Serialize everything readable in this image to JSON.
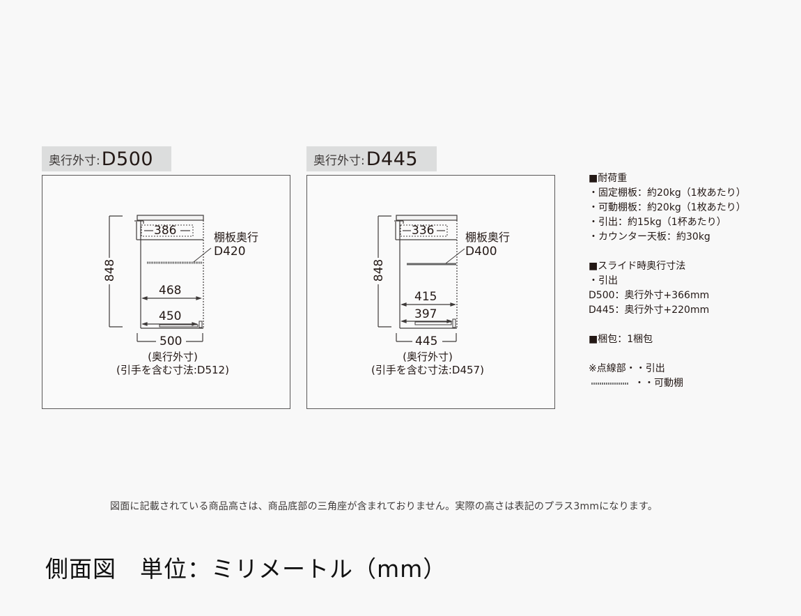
{
  "panels": [
    {
      "header_label": "奥行外寸:",
      "header_value": "D500",
      "height_dim": "848",
      "drawer_inner_dim": "386",
      "shelf_label_line1": "棚板奥行",
      "shelf_label_line2": "D420",
      "inner_depth_dim": "468",
      "bottom_inner_dim": "450",
      "outer_depth_dim": "500",
      "caption_line1": "(奥行外寸)",
      "caption_line2": "(引手を含む寸法:D512)"
    },
    {
      "header_label": "奥行外寸:",
      "header_value": "D445",
      "height_dim": "848",
      "drawer_inner_dim": "336",
      "shelf_label_line1": "棚板奥行",
      "shelf_label_line2": "D400",
      "inner_depth_dim": "415",
      "bottom_inner_dim": "397",
      "outer_depth_dim": "445",
      "caption_line1": "(奥行外寸)",
      "caption_line2": "(引手を含む寸法:D457)"
    }
  ],
  "specs": {
    "load_title": "■耐荷重",
    "load_items": [
      "・固定棚板：約20kg（1枚あたり）",
      "・可動棚板：約20kg（1枚あたり）",
      "・引出：約15kg（1杯あたり）",
      "・カウンター天板：約30kg"
    ],
    "slide_title": "■スライド時奥行寸法",
    "slide_sub": "・引出",
    "slide_items": [
      "D500：奥行外寸+366mm",
      "D445：奥行外寸+220mm"
    ],
    "package": "■梱包：1梱包",
    "legend_dotted": "※点線部・・引出",
    "legend_shelf": "・・可動棚"
  },
  "note": "図面に記載されている商品高さは、商品底部の三角座が含まれておりません。実際の高さは表記のプラス3mmになります。",
  "footer_title": "側面図　単位：ミリメートル（mm）",
  "colors": {
    "background": "#f8f8f8",
    "label_bg": "#dcdddd",
    "line": "#595757",
    "text": "#231815"
  }
}
